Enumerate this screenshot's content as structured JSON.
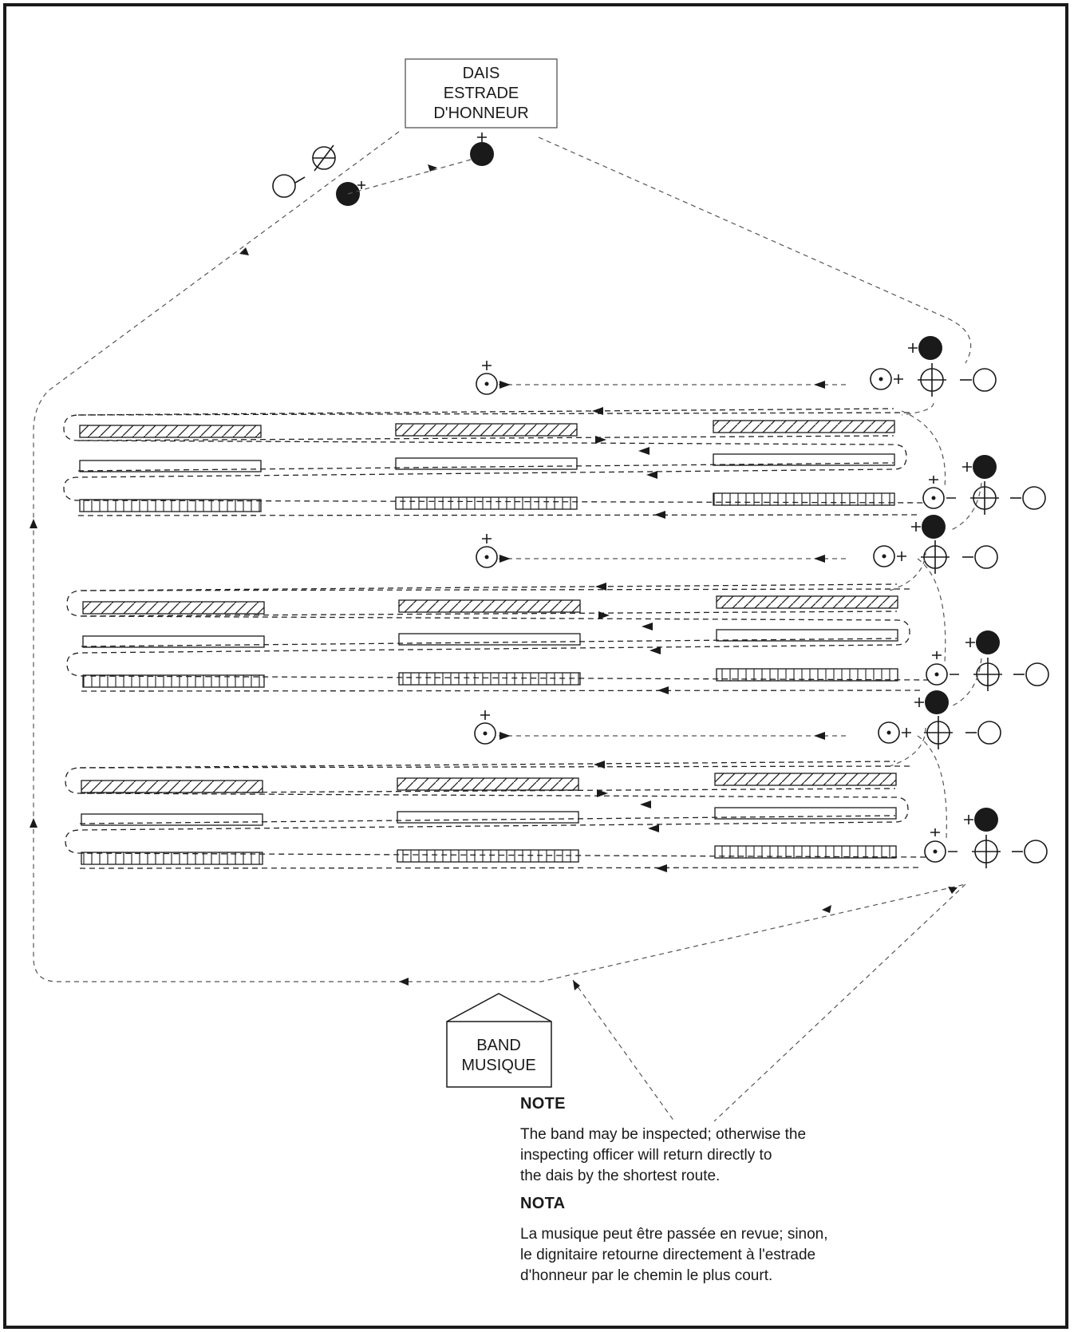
{
  "dais": {
    "line1": "DAIS",
    "line2": "ESTRADE",
    "line3": "D'HONNEUR"
  },
  "band": {
    "line1": "BAND",
    "line2": "MUSIQUE"
  },
  "note_en": {
    "heading": "NOTE",
    "line1": "The band may be inspected; otherwise the",
    "line2": "inspecting officer will return directly to",
    "line3": "the dais by the shortest route."
  },
  "note_fr": {
    "heading": "NOTA",
    "line1": "La musique peut être passée en revue; sinon,",
    "line2": "le dignitaire retourne directement à l'estrade",
    "line3": "d'honneur par le chemin le plus court."
  },
  "colors": {
    "ink": "#1a1a1a",
    "background": "#ffffff"
  }
}
